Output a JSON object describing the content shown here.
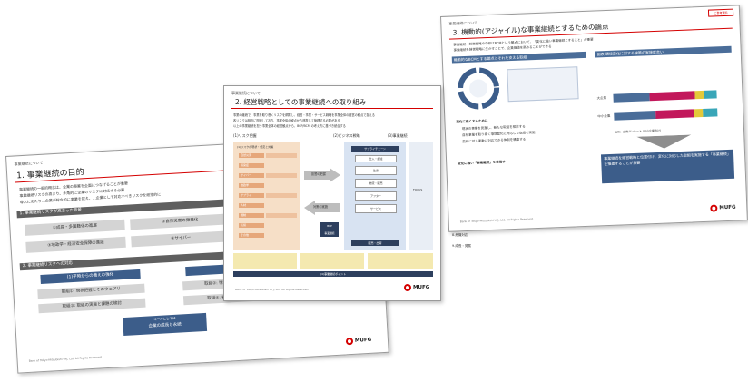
{
  "slide1": {
    "breadcrumb": "事業継続について",
    "title": "1. 事業継続の目的",
    "bullets": [
      "事業継続の一般的概念は、企業の事業を全面につなげることが重要",
      "事業継続リスクの高まり、多角的に企業のリスクに対応する必要",
      "導入にあたり…企業が総合的に事業を捉え、…企業として対応すべきリスクを総括的に"
    ],
    "section1": "1. 事業継続リスクが高まった背景",
    "boxes1": [
      "①成長・多国籍化の進展",
      "②自然災害の頻発化",
      "③地政学・経済安全保障の進展",
      "④サイバー"
    ],
    "section2": "2. 事業継続リスクへの対応",
    "blue_left": "(1)平時からの備えの強化",
    "blue_right": "(2)有事",
    "boxes2": [
      "取組①: 現状把握とそのウェアリ",
      "取組②: 情報を整理し、社内の合意",
      "取組③: 取組の実施と課題の検討",
      "取組④: 被害につながる課題解決"
    ],
    "goal_line1": "ゴールとしては",
    "goal_line2": "企業の成長と永続",
    "footer": "Bank of Tokyo-Mitsubishi UFJ, Ltd. All Rights Reserved.",
    "logo": "MUFG"
  },
  "slide2": {
    "breadcrumb": "事業継続について",
    "title": "2. 経営戦略としての事業継続への取り組み",
    "bullets": [
      "事業の継続で、事業を取り巻くリスクを網羅し、経営・事業・サービス戦略を事業全体の経営の観点で捉える",
      "各リスクは相互に関連しており、事業全体の観点から連携して管理する必要がある",
      "以上の事業継続を担う事業全体の経営観点から、BCP/BCM の考え方に基づき統合する"
    ],
    "col1_head": "(1)リスク把握",
    "col2_head": "(2)ビジネス戦略",
    "col3_head": "(3)事業継続",
    "col_sub": "(1)リスクの現状・想定と対策",
    "rows": [
      "自然災害",
      "感染症",
      "サイバー",
      "地政学",
      "サプライ",
      "人材",
      "規制",
      "気候",
      "その他"
    ],
    "arrow_top": "影響の把握",
    "arrow_bottom": "対策の実施",
    "supply_chain": "サプライチェーン",
    "supply_items": [
      "仕入・調達",
      "生産",
      "物流・販売",
      "アフター",
      "サービス"
    ],
    "bcp": "BCP\n事業継続",
    "bottom_box": "販売・出荷",
    "focus": "FOCUS",
    "bottom_bar": "(4)事業継続ポイント",
    "logo": "MUFG",
    "footer": "Bank of Tokyo-Mitsubishi UFJ, Ltd. All Rights Reserved."
  },
  "slide3": {
    "breadcrumb": "事業継続について",
    "title": "3. 機動的(アジャイル)な事業継続とするための論点",
    "badge": "ご参考資料",
    "bullets": [
      "事業継続・経営戦略の中核はBCMという観点において、「変化に強い事業継続とすること」が重要",
      "事業継続を経営戦略に生かすことで、企業価値を高めることができる"
    ],
    "left_header": "機動的なBCMとする論点とそれを支える取組",
    "right_header": "図表  環境変化に対する施策の実施度合い",
    "right_note": "出所：企業アンケート (中小企業向け)",
    "points": [
      "変化に強くするために",
      "現状の事業を見直し、新たな取組を検討する",
      "自社事業を取り巻く環境変化に対応した取組を実施",
      "変化に対し柔軟に対応できる体制を構築する",
      "変化に強い「事業継続」を目指す"
    ],
    "chart_labels": [
      "大企業",
      "中小企業"
    ],
    "summary": "事業継続を経営戦略と位置付け、変化に対応した取組を実施する「事業継続」を推進することが重要",
    "logo": "MUFG",
    "footer": "Bank of Tokyo-Mitsubishi UFJ, Ltd. All Rights Reserved."
  },
  "overlap_labels": [
    "7.対応",
    "8.危機対応",
    "9.成長・発展"
  ],
  "colors": {
    "accent": "#d40000",
    "navy": "#2d3f5e",
    "blue": "#3c5d8a",
    "orange": "#e6a77a"
  }
}
